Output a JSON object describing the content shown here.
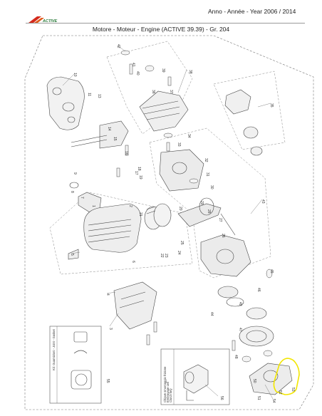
{
  "brand": {
    "name": "ACTIVE"
  },
  "header": {
    "year": "Anno - Année - Year 2006 / 2014",
    "title": "Motore - Moteur - Engine (ACTIVE 39.39)  -  Gr. 204"
  },
  "boxes": {
    "gasket_kit": "Kit: Guarnizioni - Joint - Gasket",
    "clutch_key": [
      "Chiave smontaggio frizione",
      "Embrayage cell",
      "Clutch key"
    ]
  },
  "highlight_color": "#f2e600",
  "parts": [
    "1",
    "2",
    "3",
    "4",
    "5",
    "6",
    "7",
    "8",
    "9",
    "10",
    "11",
    "13",
    "14",
    "15",
    "16",
    "17",
    "18",
    "19",
    "20",
    "21",
    "22",
    "23",
    "24",
    "25",
    "26",
    "27",
    "28",
    "29",
    "30",
    "31",
    "32",
    "33",
    "34",
    "35",
    "36",
    "37",
    "38",
    "39",
    "40",
    "41",
    "42",
    "43",
    "44",
    "45",
    "46",
    "47",
    "48",
    "49",
    "50",
    "51",
    "52",
    "53",
    "54",
    "55",
    "56"
  ]
}
